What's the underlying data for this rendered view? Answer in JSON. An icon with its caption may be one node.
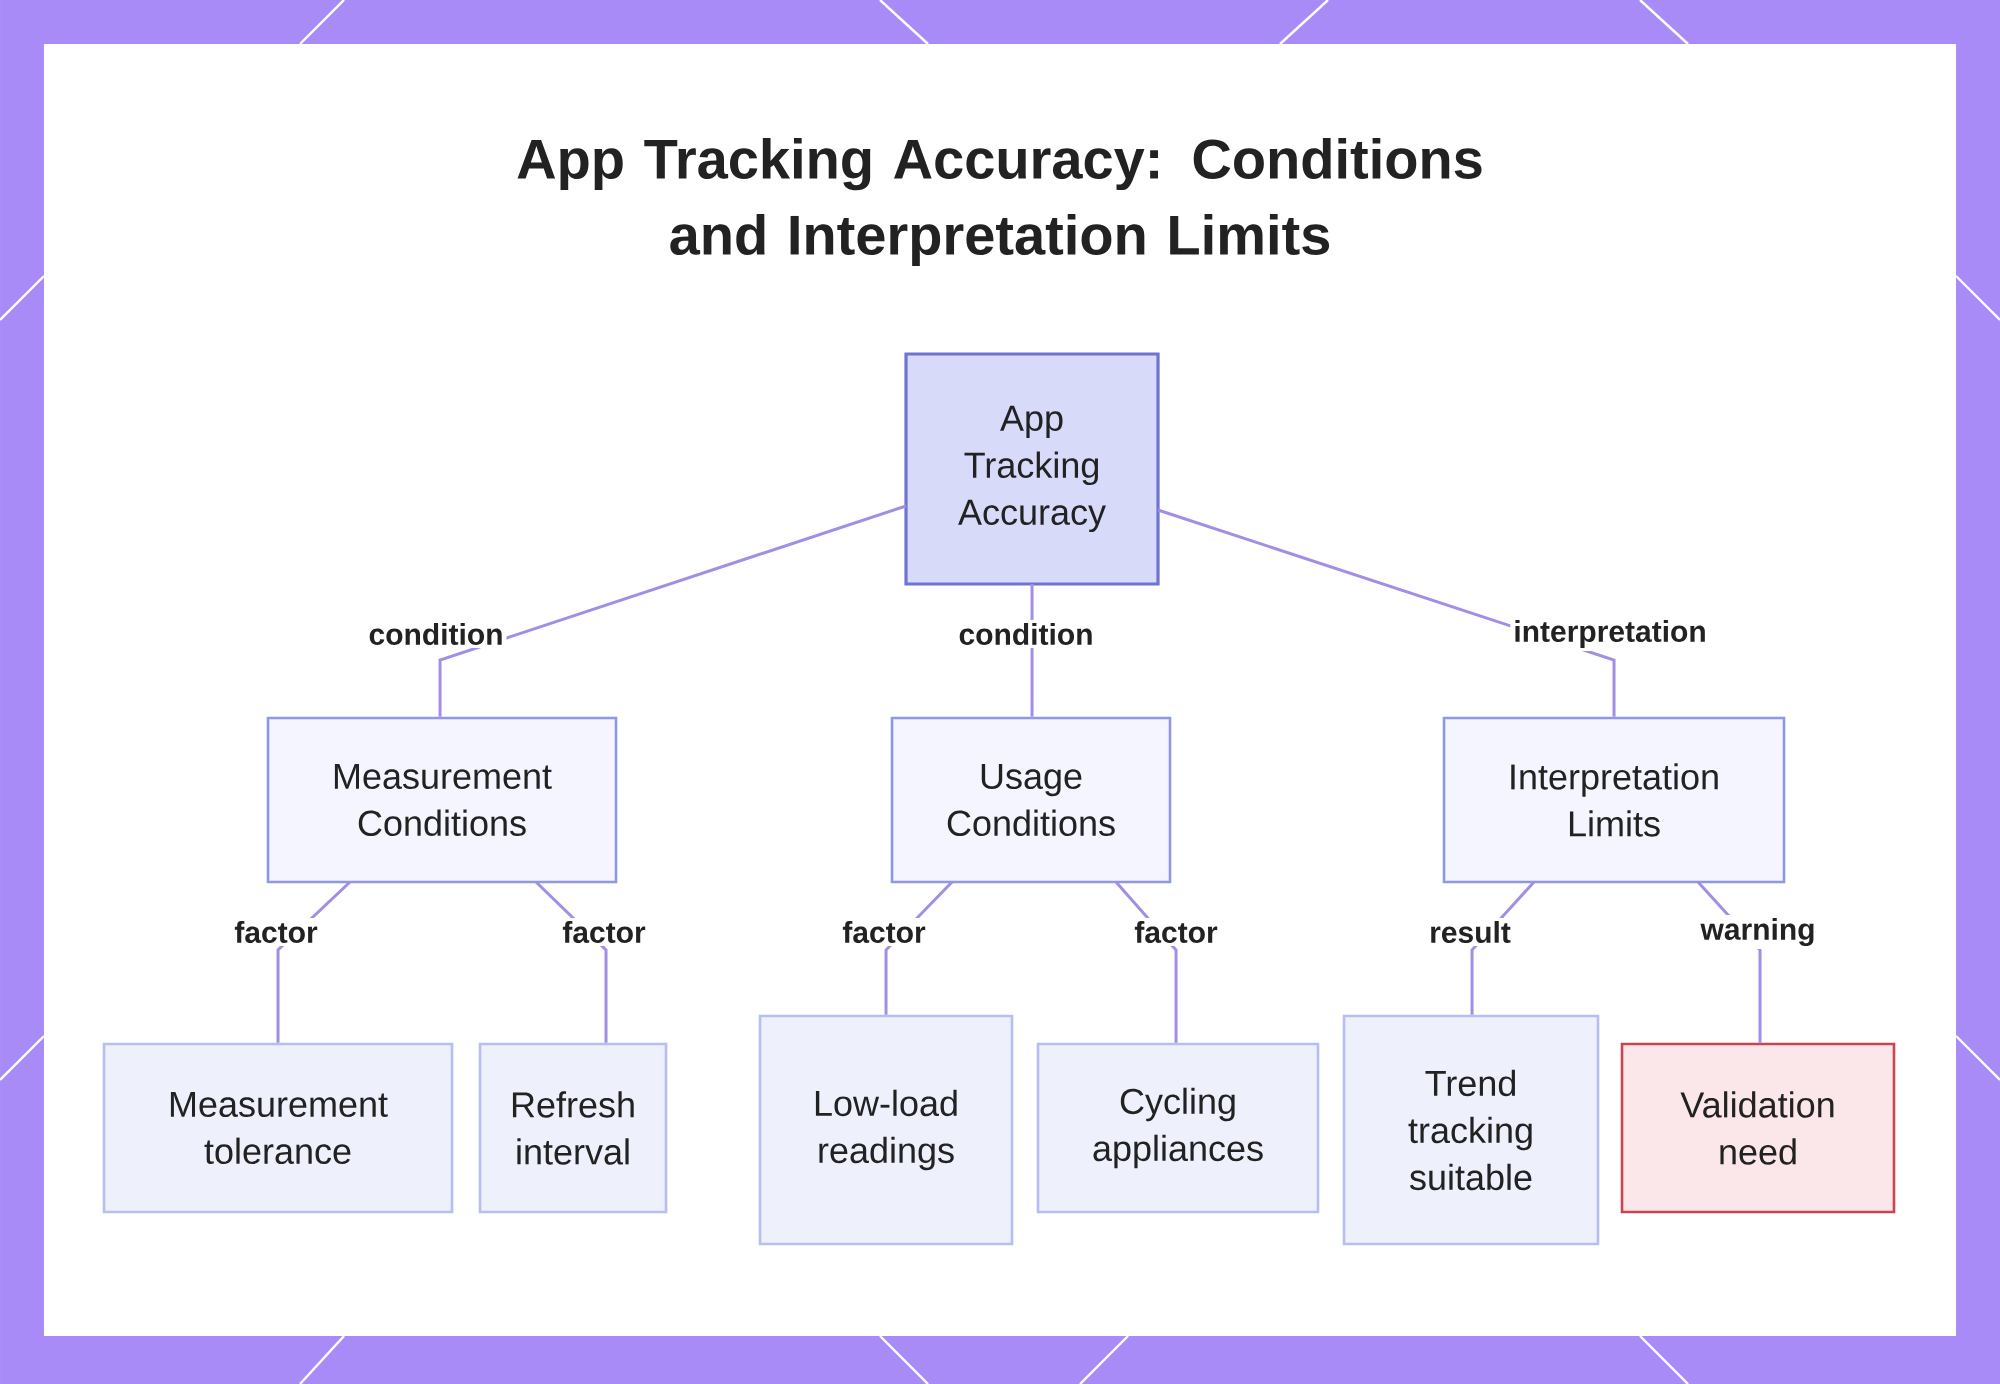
{
  "diagram": {
    "title": "App Tracking Accuracy: Conditions and Interpretation Limits",
    "nodes": [
      {
        "text": [
          "App Tracking Accuracy"
        ]
      },
      {
        "text": [
          "Measurement Conditions"
        ]
      },
      {
        "text": [
          "Usage Conditions"
        ]
      },
      {
        "text": [
          "Interpretation Limits"
        ]
      },
      {
        "text": [
          "Measurement tolerance"
        ]
      },
      {
        "text": [
          "Refresh interval"
        ]
      },
      {
        "text": [
          "Low-load readings"
        ]
      },
      {
        "text": [
          "Cycling appliances"
        ]
      },
      {
        "text": [
          "Trend tracking suitable"
        ]
      },
      {
        "text": [
          "Validation need"
        ]
      }
    ],
    "edges": [
      {
        "from": 0,
        "to": 1,
        "arrow": "none",
        "label": "condition"
      },
      {
        "from": 0,
        "to": 2,
        "arrow": "none",
        "label": "condition"
      },
      {
        "from": 0,
        "to": 3,
        "arrow": "none",
        "label": "interpretation"
      },
      {
        "from": 1,
        "to": 4,
        "arrow": "none",
        "label": "factor"
      },
      {
        "from": 1,
        "to": 5,
        "arrow": "none",
        "label": "factor"
      },
      {
        "from": 2,
        "to": 6,
        "arrow": "none",
        "label": "factor"
      },
      {
        "from": 2,
        "to": 7,
        "arrow": "none",
        "label": "factor"
      },
      {
        "from": 3,
        "to": 8,
        "arrow": "none",
        "label": "result"
      },
      {
        "from": 3,
        "to": 9,
        "arrow": "none",
        "label": "warning"
      }
    ]
  }
}
